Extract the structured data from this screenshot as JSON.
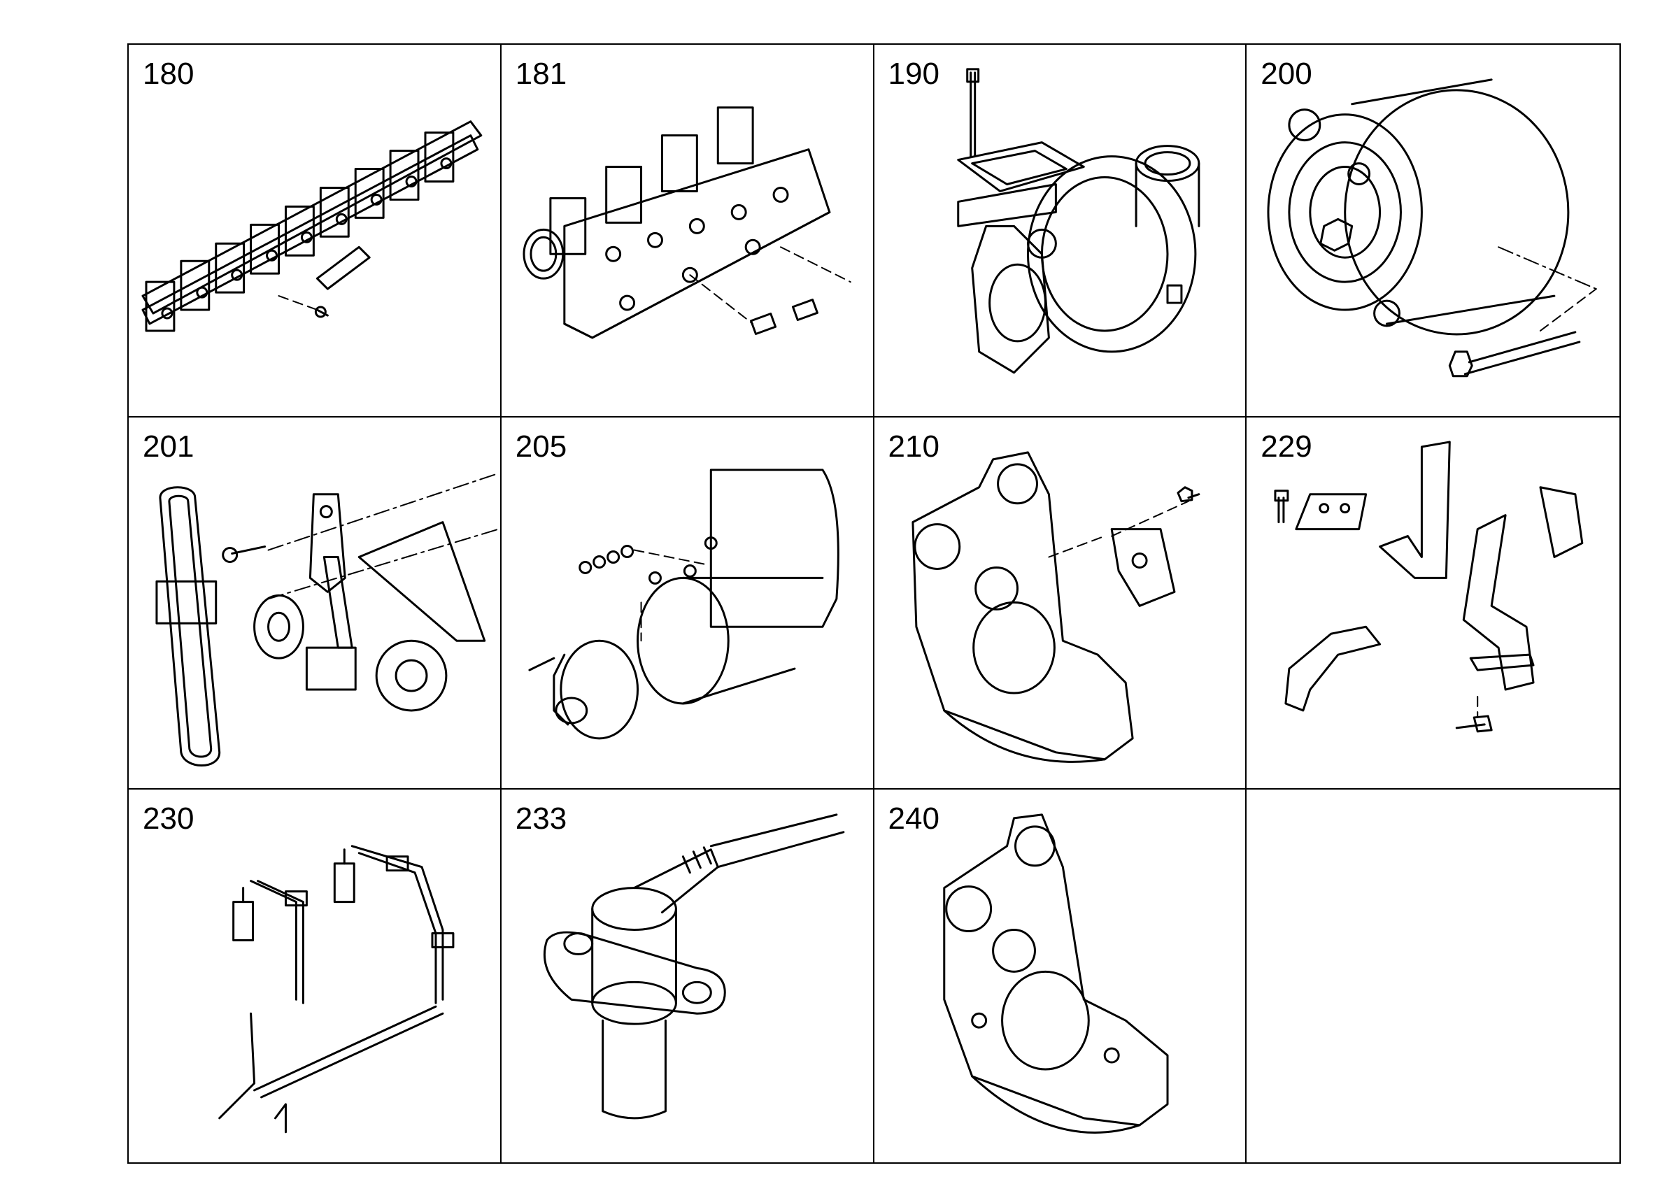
{
  "cells": [
    {
      "number": "180",
      "icon": "rocker-arm-assembly"
    },
    {
      "number": "181",
      "icon": "rocker-arm-assembly-with-gasket"
    },
    {
      "number": "190",
      "icon": "turbocharger"
    },
    {
      "number": "200",
      "icon": "alternator"
    },
    {
      "number": "201",
      "icon": "drive-belt-and-tensioner"
    },
    {
      "number": "205",
      "icon": "starter-motor"
    },
    {
      "number": "210",
      "icon": "timing-cover"
    },
    {
      "number": "229",
      "icon": "mounting-brackets"
    },
    {
      "number": "230",
      "icon": "sensor-wiring-harness"
    },
    {
      "number": "233",
      "icon": "speed-sensor"
    },
    {
      "number": "240",
      "icon": "flywheel-housing"
    },
    {
      "number": "",
      "icon": ""
    }
  ]
}
